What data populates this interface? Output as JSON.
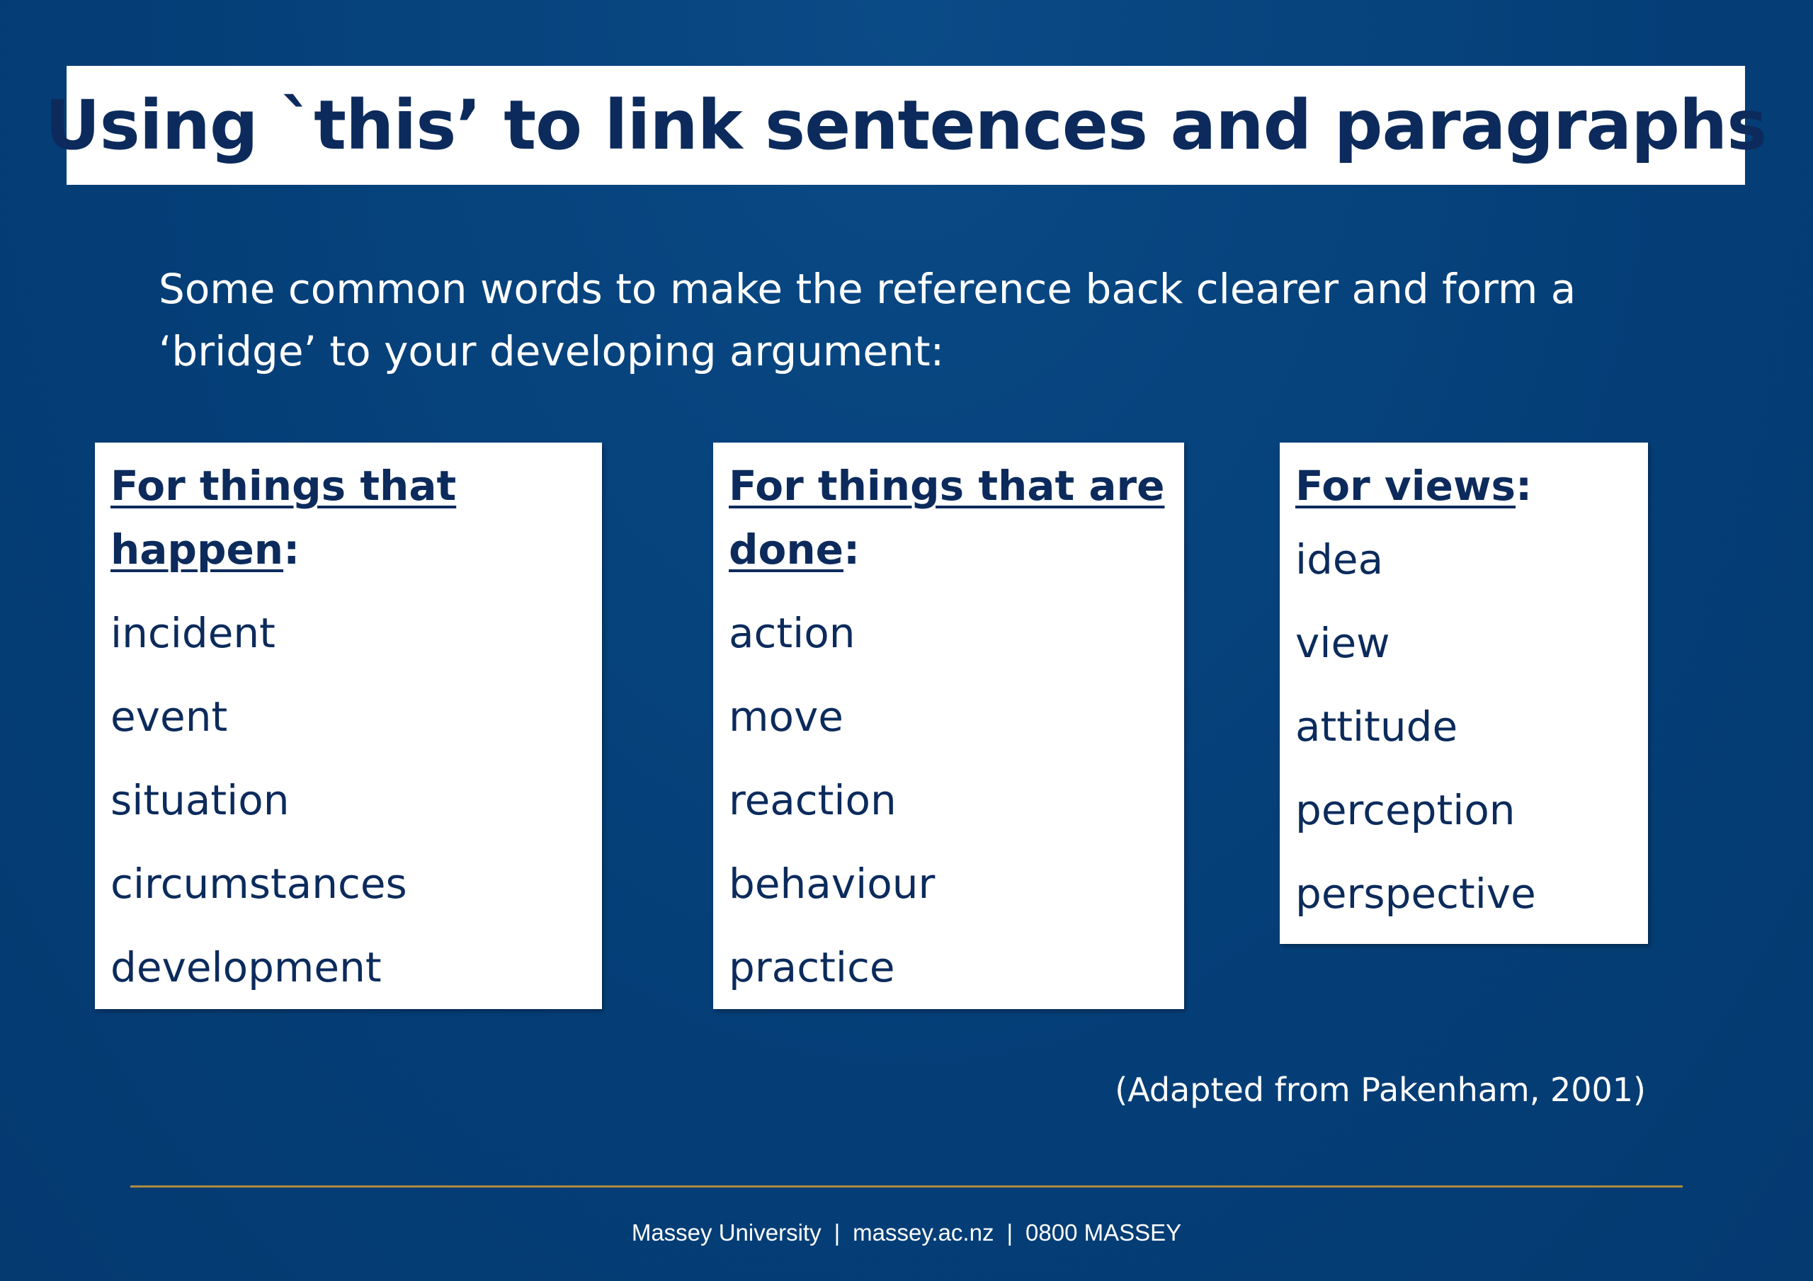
{
  "slide": {
    "title": "Using `this’ to link sentences and paragraphs",
    "intro_line1": "Some common words to make the reference back clearer and form a",
    "intro_line2": "‘bridge’ to your developing argument:"
  },
  "columns": [
    {
      "heading_line1": "For things that",
      "heading_line2": "happen",
      "heading_suffix": ":",
      "items": [
        "incident",
        "event",
        "situation",
        "circumstances",
        "development"
      ]
    },
    {
      "heading_line1": "For things that are",
      "heading_line2": "done",
      "heading_suffix": ":",
      "items": [
        "action",
        "move",
        "reaction",
        "behaviour",
        "practice"
      ]
    },
    {
      "heading_line1": "For views",
      "heading_suffix": ":",
      "items": [
        "idea",
        "view",
        "attitude",
        "perception",
        "perspective"
      ]
    }
  ],
  "citation": "(Adapted from Pakenham, 2001)",
  "footer": {
    "org": "Massey University",
    "website": "massey.ac.nz",
    "phone": "0800 MASSEY",
    "separator": "|"
  },
  "colors": {
    "background": "#053f78",
    "text_dark": "#0c2b5c",
    "rule": "#b08a3e"
  }
}
